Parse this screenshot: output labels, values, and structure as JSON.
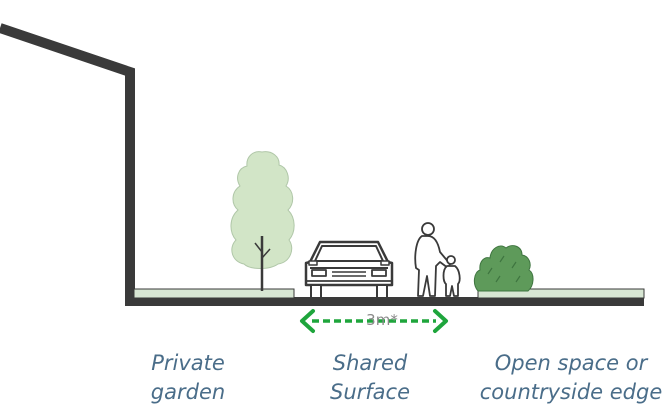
{
  "dimension": {
    "label": "3m*",
    "arrow_color": "#1ea53c"
  },
  "zones": {
    "private_garden": {
      "line1": "Private",
      "line2": "garden"
    },
    "shared_surface": {
      "line1": "Shared",
      "line2": "Surface"
    },
    "open_space": {
      "line1": "Open space or",
      "line2": "countryside edge"
    }
  },
  "colors": {
    "structure": "#3a3a3a",
    "verge_fill": "#d7e6d3",
    "tree_fill": "#d2e5c7",
    "shrub_fill": "#5e9a5a",
    "label_text": "#4a6d89",
    "dimension_text": "#8a8a8a"
  },
  "icons": [
    "house-wall-icon",
    "tree-icon",
    "car-icon",
    "pedestrian-child-icon",
    "shrub-icon",
    "dimension-arrow-icon"
  ]
}
